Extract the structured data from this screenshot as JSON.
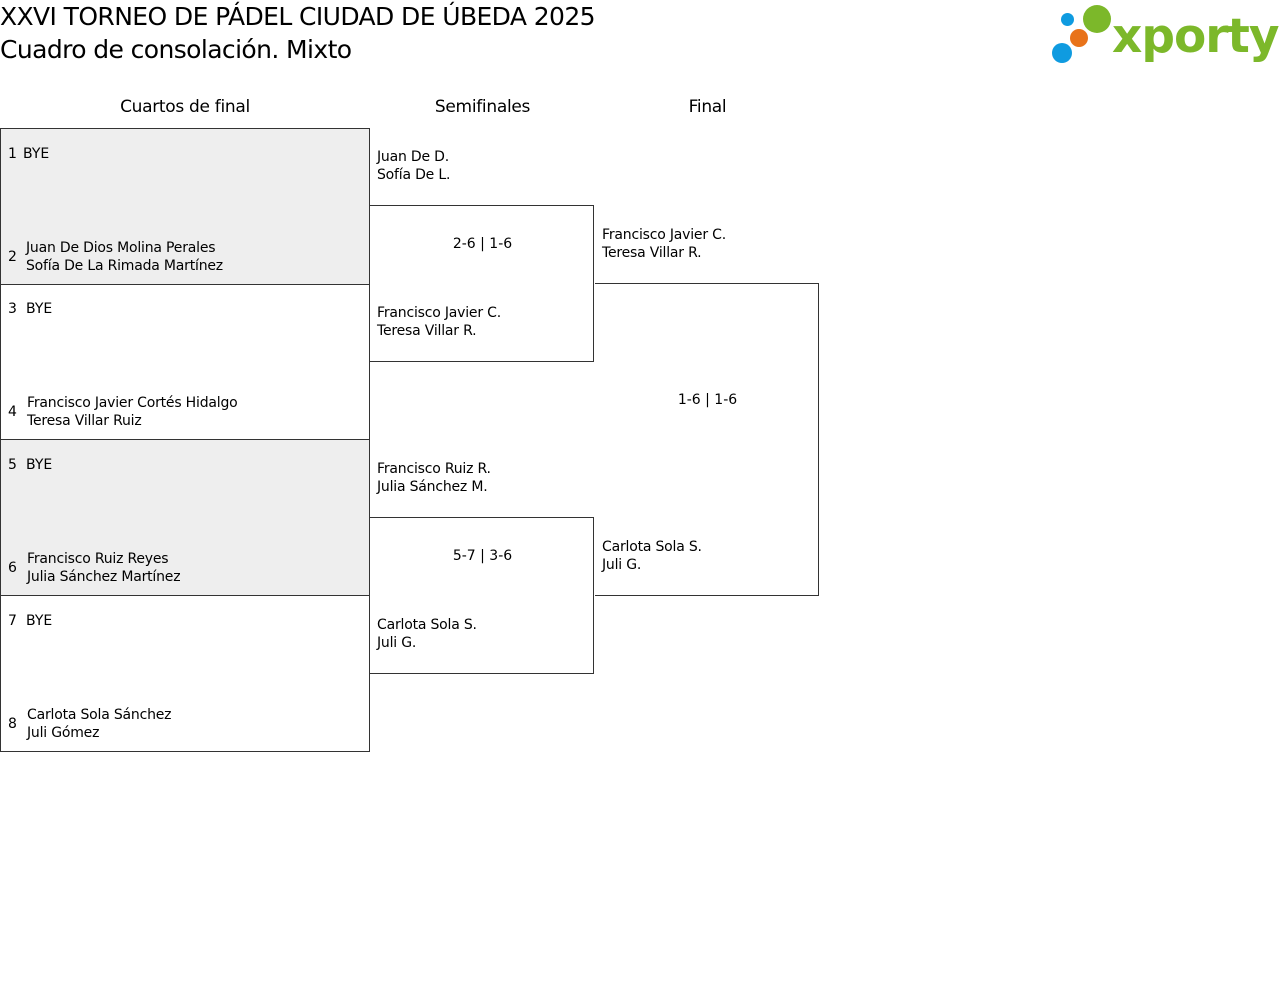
{
  "title": "XXVI TORNEO DE PÁDEL CIUDAD DE ÚBEDA 2025",
  "subtitle": "Cuadro de consolación. Mixto",
  "logo": {
    "text": "xporty",
    "colors": {
      "green": "#7cb82a",
      "blue": "#0f9be0",
      "orange": "#e8731a"
    }
  },
  "columns": {
    "quarters": "Cuartos de final",
    "semis": "Semifinales",
    "final": "Final"
  },
  "quarters": [
    {
      "seed_a": "1",
      "name_a": "BYE",
      "seed_b": "2",
      "line1_b": "Juan De Dios Molina Perales",
      "line2_b": "Sofía De La Rimada Martínez"
    },
    {
      "seed_a": "3",
      "name_a": "BYE",
      "seed_b": "4",
      "line1_b": "Francisco Javier Cortés Hidalgo",
      "line2_b": "Teresa Villar Ruiz"
    },
    {
      "seed_a": "5",
      "name_a": "BYE",
      "seed_b": "6",
      "line1_b": "Francisco Ruiz Reyes",
      "line2_b": "Julia Sánchez Martínez"
    },
    {
      "seed_a": "7",
      "name_a": "BYE",
      "seed_b": "8",
      "line1_b": "Carlota Sola Sánchez",
      "line2_b": "Juli Gómez"
    }
  ],
  "semis": [
    {
      "top1": "Juan De D.",
      "top2": "Sofía De L.",
      "score": "2-6 | 1-6",
      "bot1": "Francisco Javier C.",
      "bot2": "Teresa Villar R."
    },
    {
      "top1": "Francisco Ruiz R.",
      "top2": "Julia Sánchez M.",
      "score": "5-7 | 3-6",
      "bot1": "Carlota Sola S.",
      "bot2": "Juli G."
    }
  ],
  "final": {
    "top1": "Francisco Javier C.",
    "top2": "Teresa Villar R.",
    "score": "1-6 | 1-6",
    "bot1": "Carlota Sola S.",
    "bot2": "Juli G."
  }
}
